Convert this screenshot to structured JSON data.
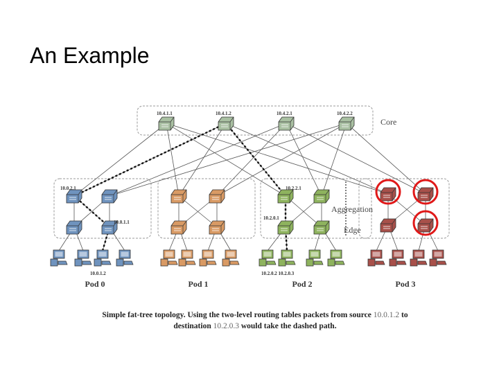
{
  "slide": {
    "title": "An Example"
  },
  "diagram": {
    "layer_labels": {
      "core": "Core",
      "aggregation": "Aggregation",
      "edge": "Edge"
    },
    "core_addresses": [
      "10.4.1.1",
      "10.4.1.2",
      "10.4.2.1",
      "10.4.2.2"
    ],
    "node_addresses": {
      "pod0_agg": "10.0.2.1",
      "pod0_edge": "10.0.1.1",
      "pod0_host": "10.0.1.2",
      "pod2_agg": "10.2.2.1",
      "pod2_edge": "10.2.0.1",
      "pod2_hosts": "10.2.0.2 10.2.0.3"
    },
    "pods": [
      "Pod 0",
      "Pod 1",
      "Pod 2",
      "Pod 3"
    ],
    "colors": {
      "core": "#a9c0a2",
      "pod0": "#6f93be",
      "pod1": "#d99a64",
      "pod2": "#8eb35e",
      "pod3": "#a8504a",
      "highlight": "#e01818",
      "link": "#555555",
      "dashed_path": "#111111"
    },
    "icons": {
      "switch": "switch-icon",
      "host": "host-computer-icon",
      "highlight": "highlight-circle"
    }
  },
  "caption": {
    "line1_text": "Simple fat-tree topology.  Using the two-level routing tables packets from source",
    "line1_address": "10.0.1.2",
    "line1_end": "to",
    "line2_start": "destination",
    "line2_address": "10.2.0.3",
    "line2_end": "would take the dashed path."
  }
}
